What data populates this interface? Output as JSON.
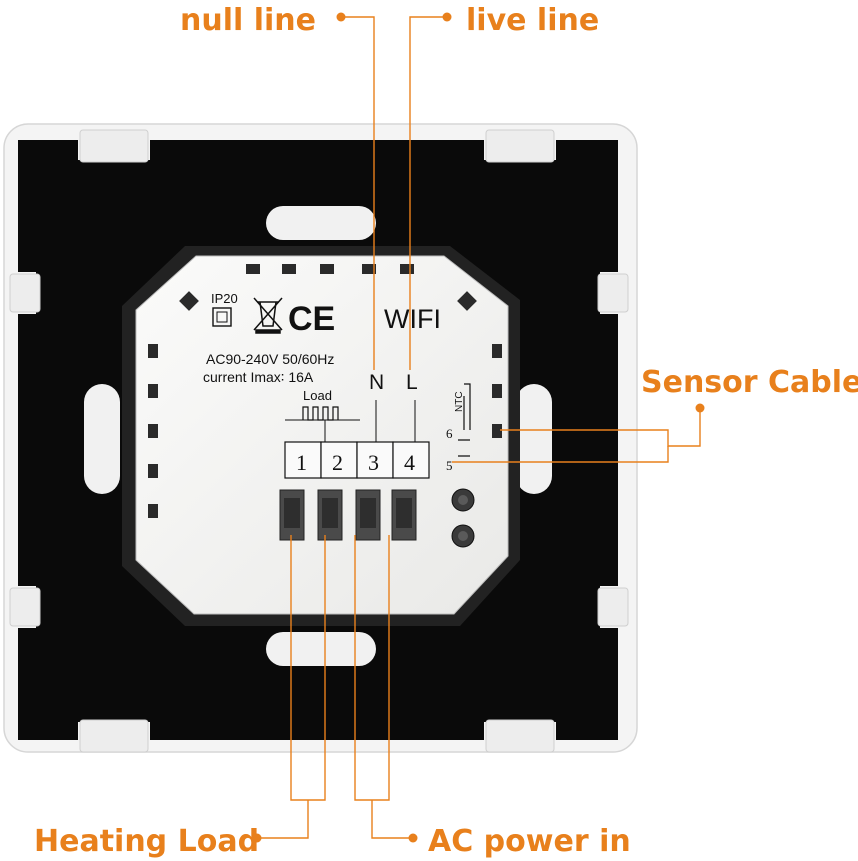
{
  "callouts": {
    "null_line": "null line",
    "live_line": "live line",
    "sensor_cable": "Sensor Cable",
    "heating_load": "Heating Load",
    "ac_power_in": "AC power in"
  },
  "device": {
    "ip_rating": "IP20",
    "ce_mark": "CE",
    "wifi_label": "WIFI",
    "voltage": "AC90-240V 50/60Hz",
    "current": "current Imax∶ 16A",
    "load_label": "Load",
    "terminal_n": "N",
    "terminal_l": "L",
    "ntc_label": "NTC",
    "sensor_pin_6": "6",
    "sensor_pin_5": "5",
    "terminals": [
      "1",
      "2",
      "3",
      "4"
    ]
  },
  "icons": [
    "weee-crossed-bin-icon",
    "ip20-square-icon",
    "heating-load-symbol-icon",
    "ntc-sensor-icon"
  ],
  "colors": {
    "callout": "#e8801c",
    "plate": "#0a0a0a",
    "frame": "#f4f4f4",
    "module": "#f2f2f0"
  }
}
